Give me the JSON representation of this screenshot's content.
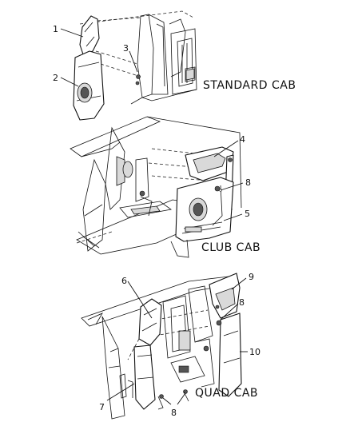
{
  "sections": {
    "standard": "STANDARD CAB",
    "club": "CLUB CAB",
    "quad": "QUAD CAB"
  },
  "callouts": {
    "c1": "1",
    "c2": "2",
    "c3": "3",
    "c4": "4",
    "c8a": "8",
    "c5": "5",
    "c6": "6",
    "c9": "9",
    "c8b": "8",
    "c10": "10",
    "c7": "7",
    "c8c": "8"
  }
}
